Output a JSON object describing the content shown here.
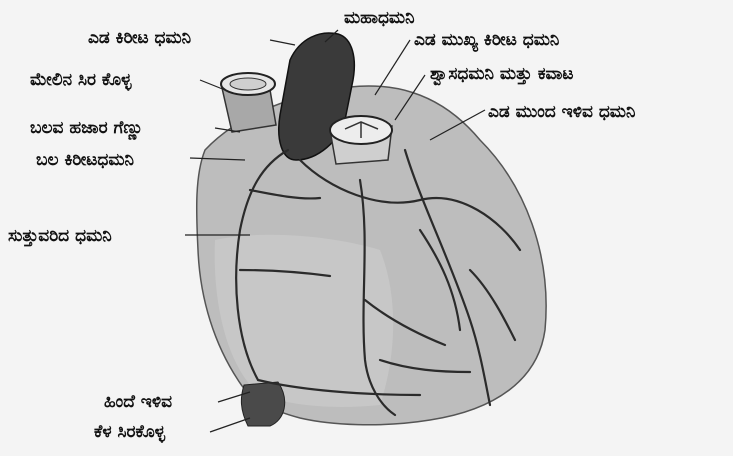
{
  "labels": {
    "left_coronary_artery": "ಎಡ ಕಿರೀಟ ಧಮನಿ",
    "superior_vena_cava": "ಮೇಲಿನ ಸಿರ ಕೊಳ್ಳ",
    "right_auricle": "ಬಲವ ಹಜಾರ ಗೆಣ್ಣು",
    "right_coronary_artery": "ಬಲ ಕಿರೀಟಧಮನಿ",
    "circumflex_artery": "ಸುತ್ತುವರಿದ ಧಮನಿ",
    "posterior_descending": "ಹಿಂದೆ ಇಳಿವ",
    "inferior_vena_cava": "ಕೆಳ ಸಿರಕೊಳ್ಳ",
    "aorta": "ಮಹಾಧಮನಿ",
    "left_main_coronary": "ಎಡ ಮುಖ್ಯ ಕಿರೀಟ ಧಮನಿ",
    "pulmonary_artery_valve": "ಶ್ವಾಸಧಮನಿ ಮತ್ತು ಕವಾಟ",
    "left_anterior_descending": "ಎಡ ಮುಂದ ಇಳಿವ ಧಮನಿ"
  },
  "colors": {
    "background": "#f4f4f4",
    "heart_fill": "#bdbdbd",
    "aorta_fill": "#3a3a3a",
    "vessel_stroke": "#2b2b2b",
    "text": "#111111"
  }
}
